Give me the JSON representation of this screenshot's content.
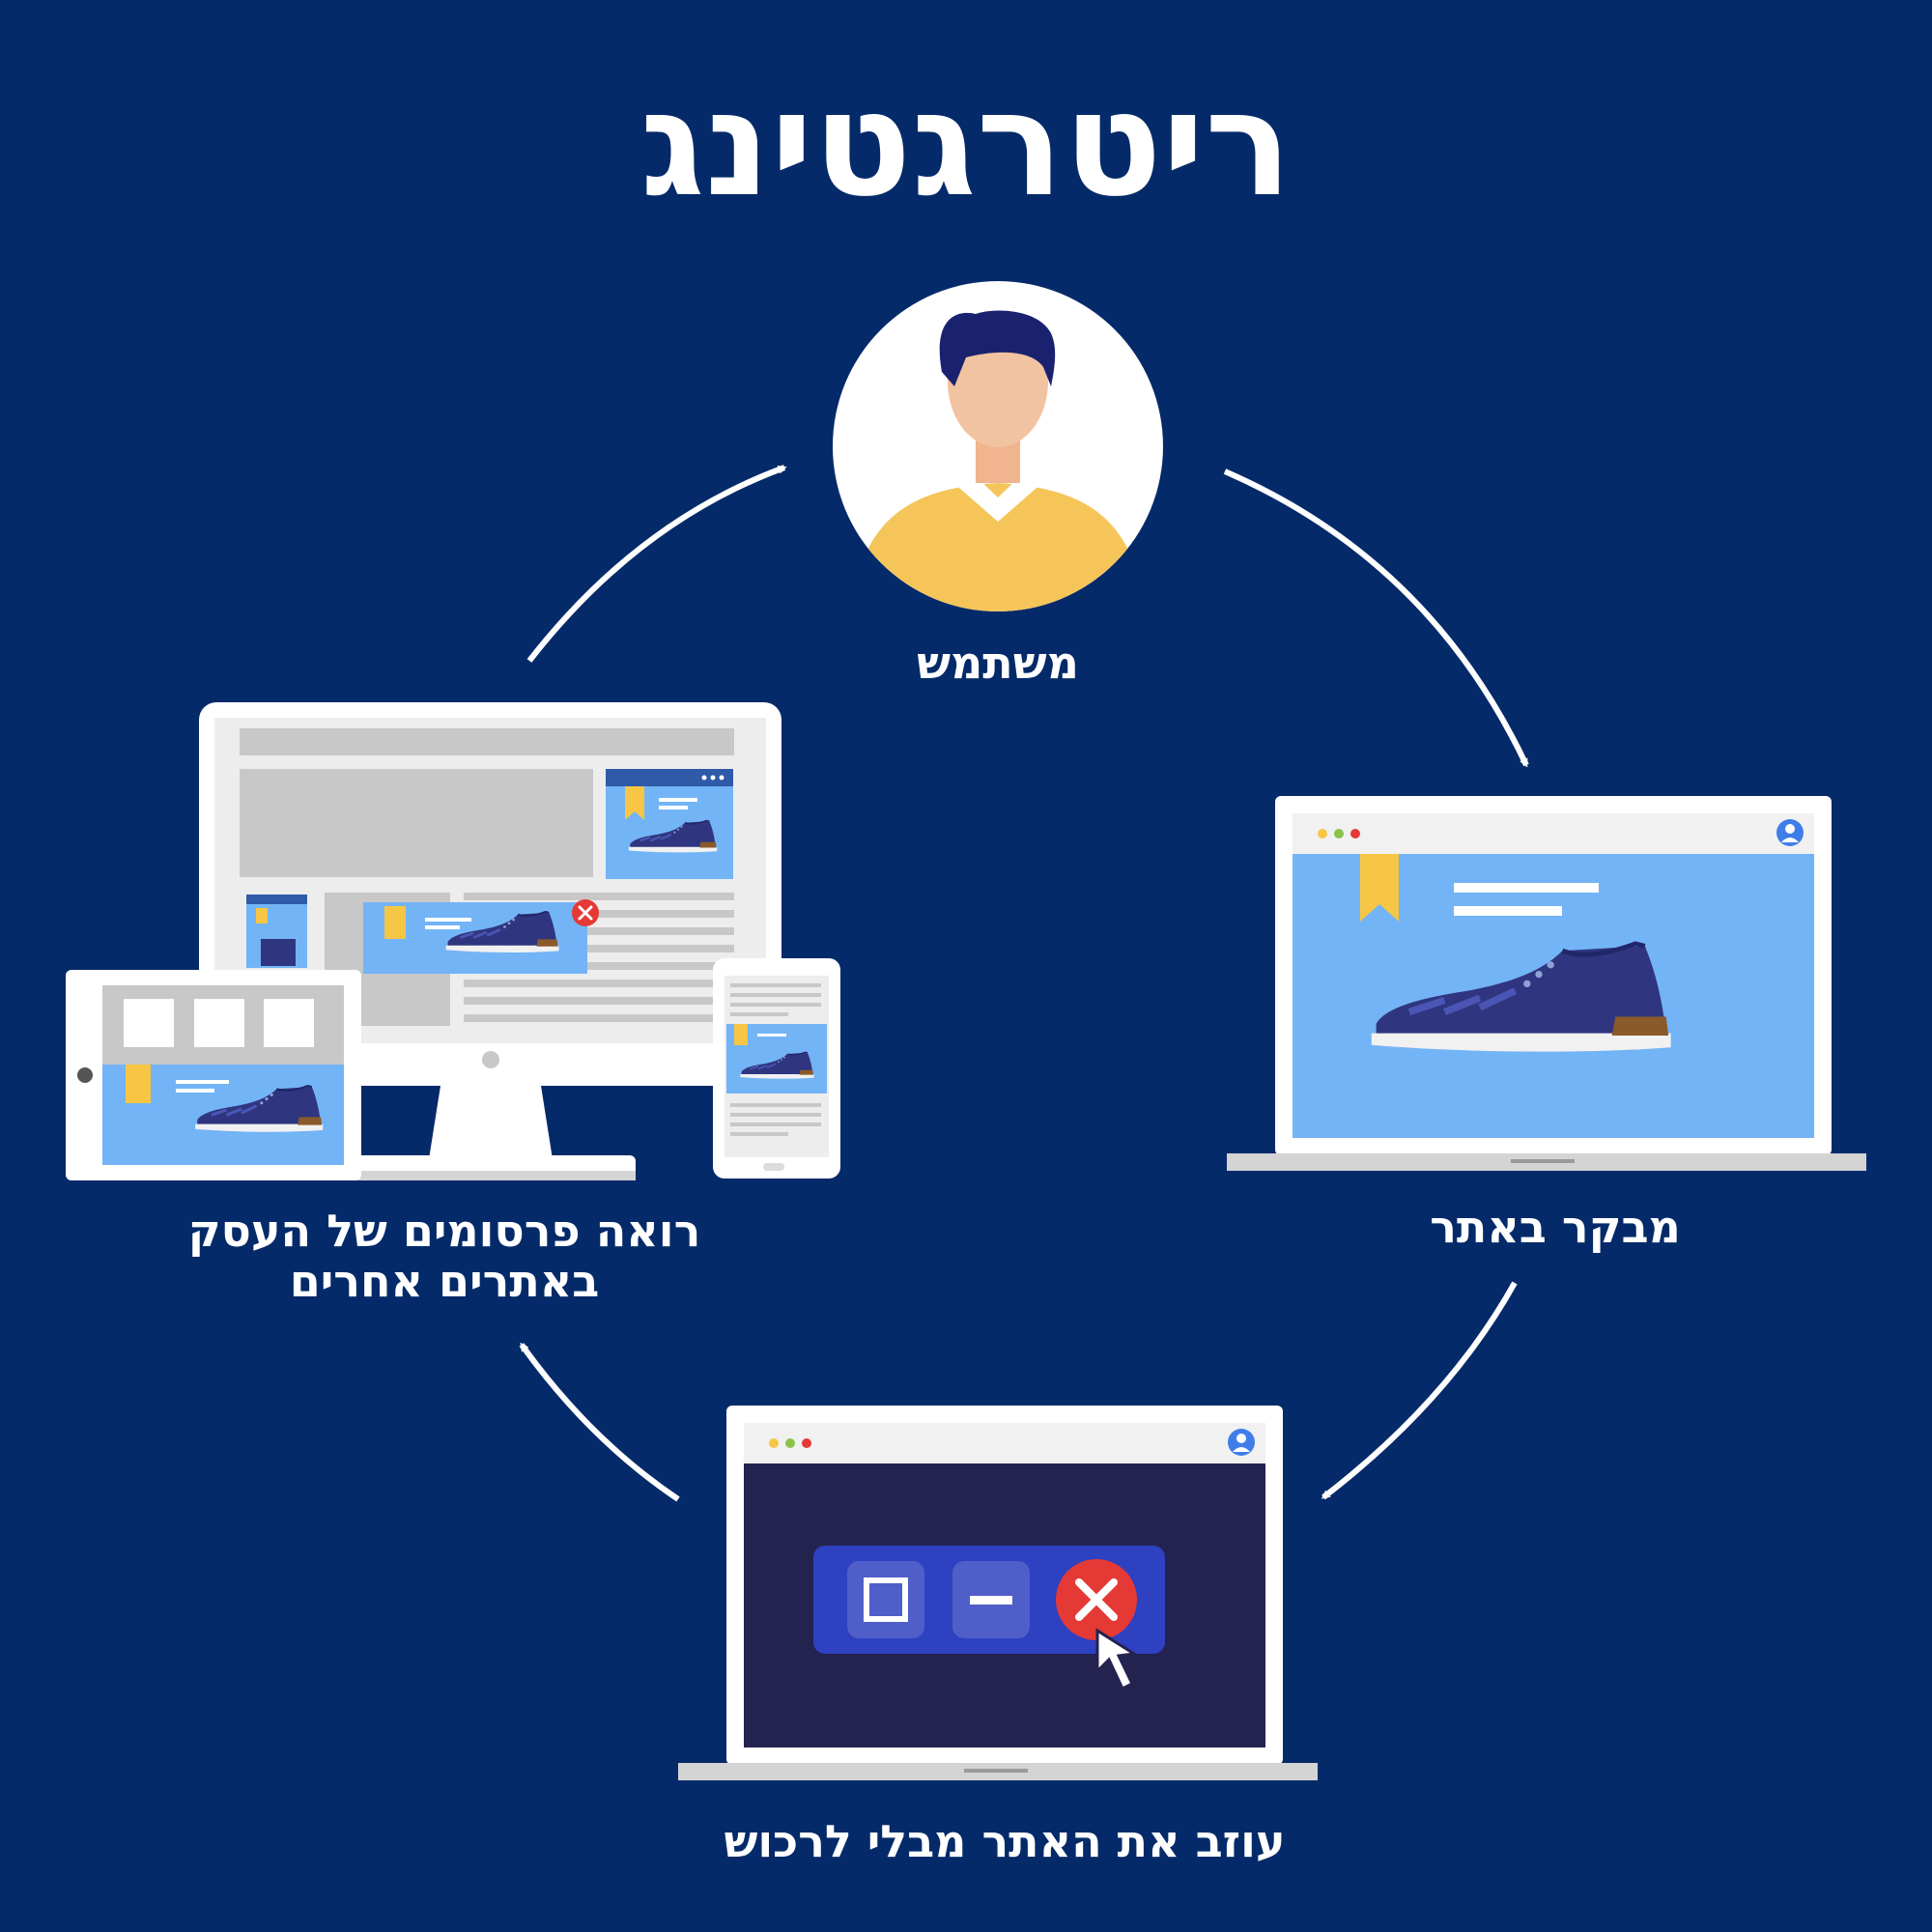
{
  "title": "ריטרגטינג",
  "steps": {
    "user": {
      "label": "משתמש"
    },
    "visit": {
      "label": "מבקר באתר"
    },
    "leave": {
      "label": "עוזב את האתר מבלי לרכוש"
    },
    "ads": {
      "line1": "רואה פרסומים של העסק",
      "line2": "באתרים אחרים"
    }
  },
  "colors": {
    "background": "#042a69",
    "text": "#ffffff",
    "screen_light_blue": "#73b4f6",
    "screen_dark": "#24224f",
    "shoe_blue": "#2f367f",
    "bookmark_yellow": "#f6c644",
    "close_red": "#e53935",
    "dialog_blue": "#2d41c1",
    "sweater_yellow": "#f5c55a"
  },
  "icons": [
    "user-avatar-icon",
    "laptop-icon",
    "shoe-icon",
    "bookmark-icon",
    "window-maximize-icon",
    "window-minimize-icon",
    "window-close-icon",
    "cursor-icon",
    "profile-icon",
    "desktop-monitor-icon",
    "tablet-icon",
    "phone-icon"
  ]
}
